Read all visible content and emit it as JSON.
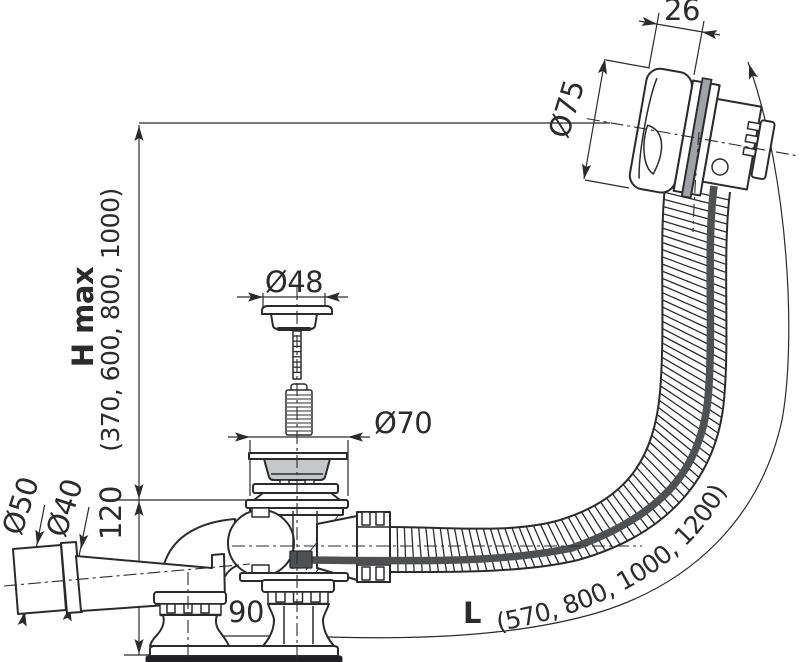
{
  "drawing": {
    "type": "bath waste and overflow drain kit technical drawing",
    "dimensions": {
      "knob_depth": "26",
      "knob_face_diameter": "Ø75",
      "height_max_label": "H max",
      "height_max_values": "(370, 600, 800, 1000)",
      "plug_cap_diameter": "Ø48",
      "waste_flange_diameter": "Ø70",
      "outlet_end_diameter": "Ø50",
      "outlet_pipe_diameter": "Ø40",
      "flange_to_base_height": "120",
      "outlet_offset": "90",
      "hose_length_label": "L",
      "hose_length_values": "(570, 800, 1000, 1200)"
    },
    "colors": {
      "line": "#2b2b2d",
      "part_shading": "#c6c7c9",
      "cable": "#4f5052",
      "gasket": "#202022",
      "knob_ring_shading": "#a0a2a5"
    }
  }
}
